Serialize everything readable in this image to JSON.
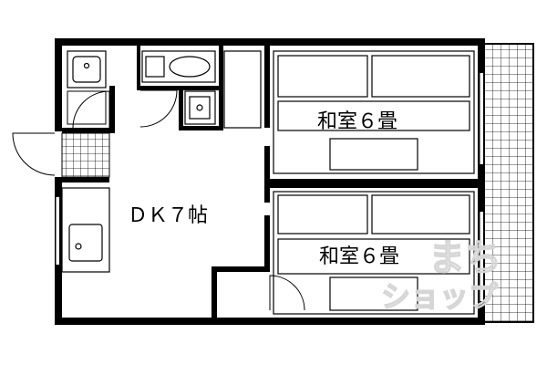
{
  "rooms": {
    "dk": "ＤＫ７帖",
    "washitsu_top": "和室６畳",
    "washitsu_bottom": "和室６畳"
  },
  "watermark": {
    "line1": "まち",
    "line2": "ショップ"
  }
}
